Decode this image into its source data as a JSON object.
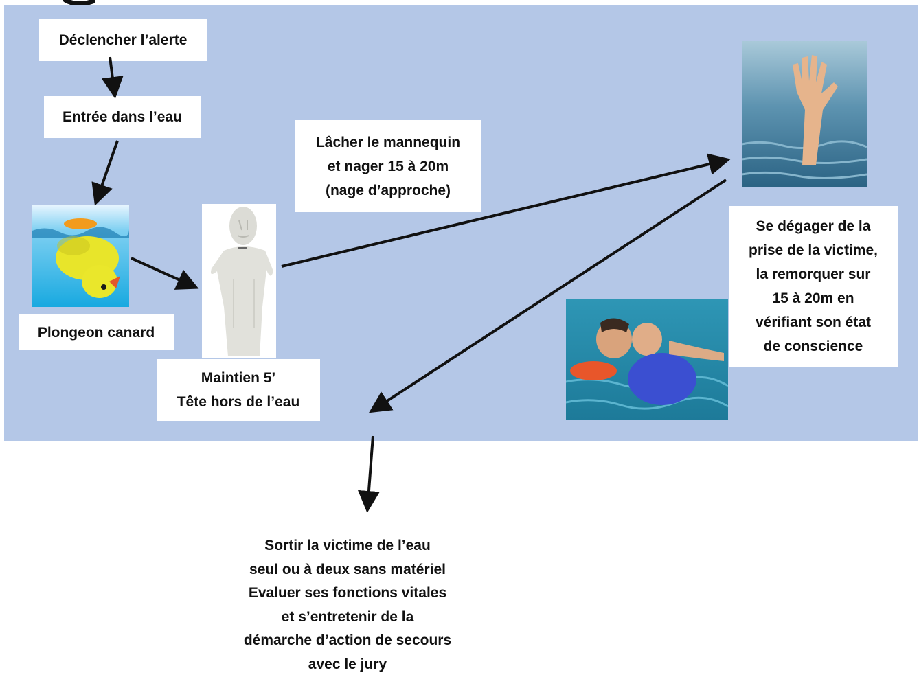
{
  "steps": {
    "alert": "Déclencher l’alerte",
    "entry": "Entrée dans l’eau",
    "dive": "Plongeon canard",
    "hold_line1": "Maintien 5’",
    "hold_line2": "Tête hors de l’eau",
    "release_line1": "Lâcher le mannequin",
    "release_line2": "et nager 15 à 20m",
    "release_line3": "(nage d’approche)",
    "tow_line1": "Se dégager de la",
    "tow_line2": "prise de la victime,",
    "tow_line3": "la remorquer sur",
    "tow_line4": "15 à 20m en",
    "tow_line5": "vérifiant son état",
    "tow_line6": "de conscience",
    "exit_line1": "Sortir la victime de l’eau",
    "exit_line2": "seul ou à deux sans matériel",
    "exit_line3": "Evaluer ses fonctions vitales",
    "exit_line4": "et s’entretenir de la",
    "exit_line5": "démarche d’action de secours",
    "exit_line6": "avec le jury"
  },
  "colors": {
    "panel": "#b4c7e7",
    "box": "#ffffff",
    "arrow": "#111111"
  },
  "images": {
    "duck": "rubber-duck-diving-photo",
    "mannequin": "rescue-mannequin-photo",
    "hand": "drowning-hand-photo",
    "tow": "lifeguard-towing-victim-photo"
  }
}
